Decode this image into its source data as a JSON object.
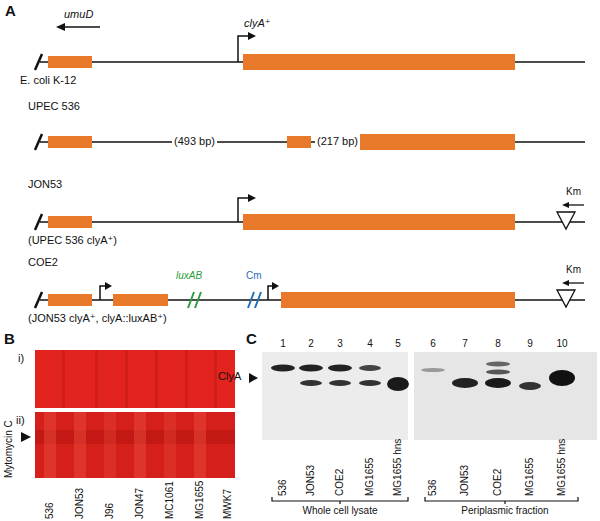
{
  "diagram": {
    "labels": [
      "A",
      "umuD",
      "clyA⁺",
      "E. coli K-12",
      "UPEC 536",
      "(493 bp)",
      "(217 bp)",
      "JON53",
      "Km",
      "(UPEC 536 clyA⁺)",
      "COE2",
      "luxAB",
      "Cm",
      "Km",
      "(JON53 clyA⁺, clyA::luxAB⁺)",
      "B",
      "i)",
      "ii)",
      "Mytomycin C",
      "536",
      "JON53",
      "J96",
      "JON47",
      "MC1061",
      "MG1655",
      "MWK7",
      "C",
      "1",
      "2",
      "3",
      "4",
      "5",
      "6",
      "7",
      "8",
      "9",
      "10",
      "ClyA",
      "536",
      "JON53",
      "COE2",
      "MG1655",
      "MG1655 hns",
      "536",
      "JON53",
      "COE2",
      "MG1655",
      "MG1655 hns",
      "Whole cell lysate",
      "Periplasmic fraction"
    ]
  }
}
